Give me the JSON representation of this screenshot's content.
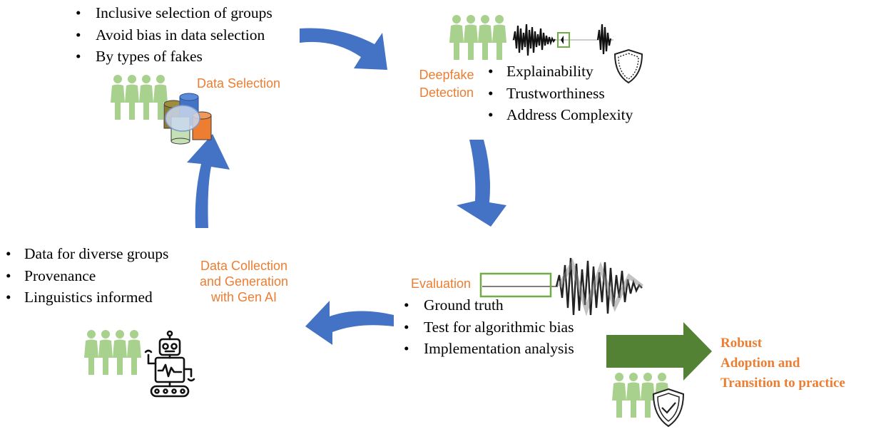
{
  "data_selection": {
    "label": "Data Selection",
    "bullets": [
      "Inclusive selection of groups",
      "Avoid bias in data selection",
      "By types of fakes"
    ]
  },
  "deepfake_detection": {
    "label_line1": "Deepfake",
    "label_line2": "Detection",
    "bullets": [
      "Explainability",
      "Trustworthiness",
      "Address Complexity"
    ]
  },
  "evaluation": {
    "label": "Evaluation",
    "bullets": [
      "Ground truth",
      "Test for algorithmic bias",
      "Implementation analysis"
    ]
  },
  "data_collection": {
    "label_line1": "Data Collection",
    "label_line2": "and Generation",
    "label_line3": "with Gen AI",
    "bullets": [
      "Data for diverse groups",
      "Provenance",
      "Linguistics informed"
    ]
  },
  "outcome": {
    "line1": "Robust",
    "line2": "Adoption and",
    "line3": "Transition to practice"
  },
  "colors": {
    "cycle_arrow": "#4472C4",
    "output_arrow": "#548235",
    "people": "#A9D18E",
    "label_orange": "#ED7D31",
    "highlight_box": "#70AD47"
  },
  "icons": [
    "people-group-icon",
    "database-icon",
    "audio-waveform-icon",
    "shield-icon",
    "shield-check-icon",
    "robot-icon"
  ]
}
